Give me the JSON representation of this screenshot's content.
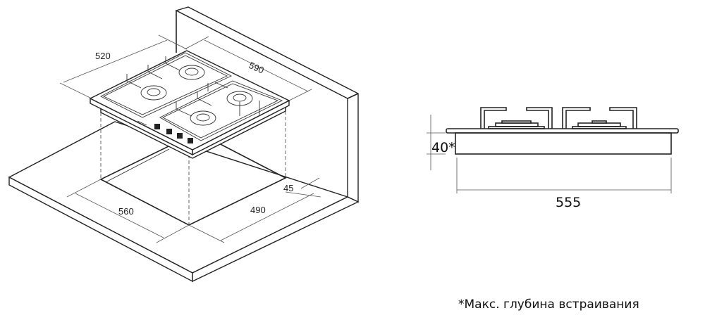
{
  "isometric_view": {
    "dimensions": {
      "hob_depth": "520",
      "hob_width": "590",
      "cutout_width": "560",
      "cutout_depth": "490",
      "wall_offset": "45"
    }
  },
  "side_view": {
    "dimensions": {
      "height": "40*",
      "width": "555"
    }
  },
  "footnote": "*Макс. глубина встраивания"
}
